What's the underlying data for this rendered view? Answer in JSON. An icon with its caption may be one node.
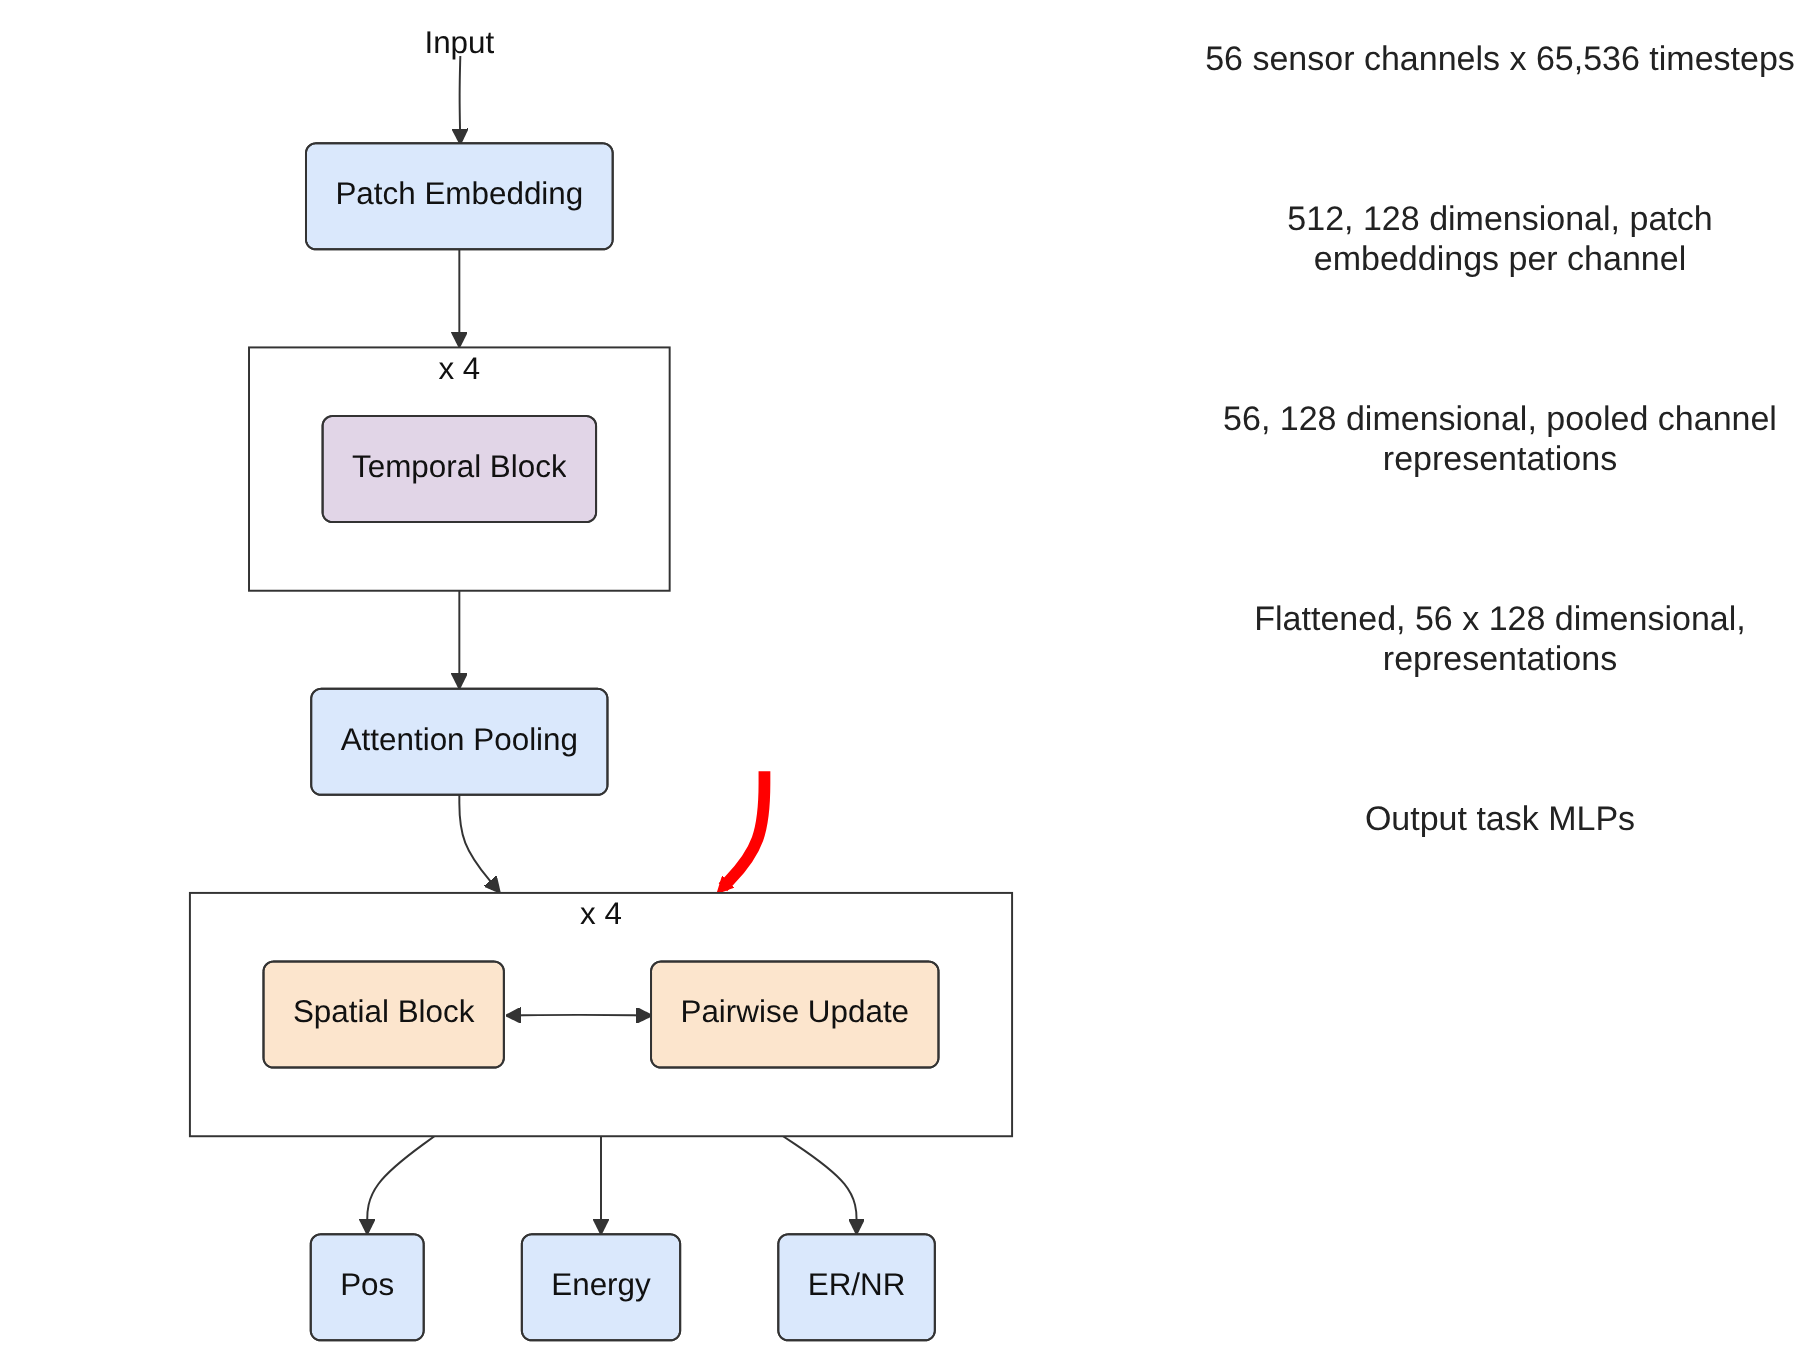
{
  "diagram": {
    "nodes": [
      {
        "text": [
          "Input"
        ]
      },
      {
        "text": [
          "Patch Embedding"
        ]
      },
      {
        "text": [
          "x 4"
        ]
      },
      {
        "text": [
          "Temporal Block"
        ],
        "in": 2
      },
      {
        "text": [
          "Attention Pooling"
        ]
      },
      {
        "text": [
          "x 4"
        ]
      },
      {
        "text": [
          "Spatial Block"
        ],
        "in": 5
      },
      {
        "text": [
          "Pairwise Update"
        ],
        "in": 5
      },
      {
        "text": [
          "Pos"
        ]
      },
      {
        "text": [
          "Energy"
        ]
      },
      {
        "text": [
          "ER/NR"
        ]
      }
    ],
    "edges": [
      {
        "from": 0,
        "to": 1,
        "arrow": "to"
      },
      {
        "from": 1,
        "to": 2,
        "arrow": "to"
      },
      {
        "from": 2,
        "to": 4,
        "arrow": "to"
      },
      {
        "from": 4,
        "to": 5,
        "arrow": "to"
      },
      {
        "from": 6,
        "to": 7,
        "arrow": "both"
      },
      {
        "from": 5,
        "to": 8,
        "arrow": "to"
      },
      {
        "from": 5,
        "to": 9,
        "arrow": "to"
      },
      {
        "from": 5,
        "to": 10,
        "arrow": "to"
      },
      {
        "from": null,
        "to": 5,
        "arrow": "to",
        "style": "thick",
        "color": "#ff0000"
      }
    ],
    "labels": [
      "56 sensor channels x 65,536 timesteps",
      "512, 128 dimensional, patch embeddings per channel",
      "56, 128 dimensional, pooled channel representations",
      "Flattened, 56 x 128 dimensional, representations",
      "Output task MLPs"
    ]
  }
}
